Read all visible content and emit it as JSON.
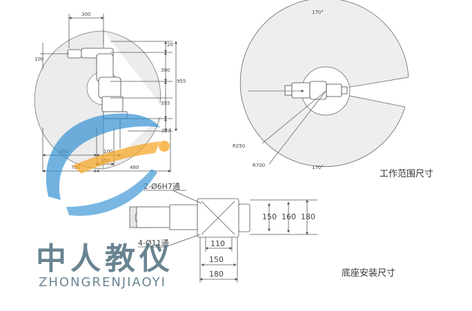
{
  "side_view": {
    "dims": {
      "d300_top": "300",
      "d100_left": "100",
      "d20": "20",
      "d300_right": "300",
      "d955": "955",
      "d355": "355",
      "d227": "227",
      "d451": "451",
      "d100_bottom": "100",
      "d150": "150",
      "d700": "700",
      "d460": "460"
    }
  },
  "top_view": {
    "angle_top": "170°",
    "angle_bottom": "170°",
    "r_inner": "R250",
    "r_outer": "R700",
    "caption": "工作范围尺寸"
  },
  "base_view": {
    "hole_large": "2-Ø6H7通",
    "hole_small": "4-Ø11通",
    "d150": "150",
    "d160": "160",
    "d180_right": "180",
    "d110": "110",
    "d150_bottom": "150",
    "d180_bottom": "180",
    "caption": "底座安装尺寸"
  },
  "watermark": {
    "chinese": "中人教仪",
    "pinyin": "ZHONGRENJIAOYI"
  },
  "colors": {
    "line": "#555555",
    "arc_fill": "#eeeeee",
    "logo_blue": "#2e8fd2",
    "logo_orange": "#f6a623",
    "watermark": "#4f6f7e"
  }
}
